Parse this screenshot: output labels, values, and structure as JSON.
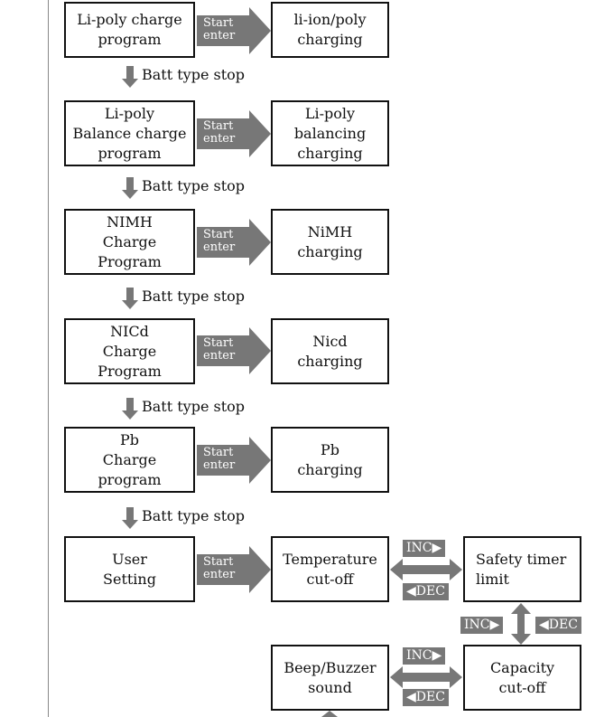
{
  "flow": {
    "rows": [
      {
        "program": [
          "Li-poly charge",
          "program"
        ],
        "result": [
          "li-ion/poly",
          "charging"
        ]
      },
      {
        "program": [
          "Li-poly",
          "Balance charge",
          "program"
        ],
        "result": [
          "Li-poly",
          "balancing",
          "charging"
        ]
      },
      {
        "program": [
          "NIMH",
          "Charge",
          "Program"
        ],
        "result": [
          "NiMH",
          "charging"
        ]
      },
      {
        "program": [
          "NICd",
          "Charge",
          "Program"
        ],
        "result": [
          "Nicd",
          "charging"
        ]
      },
      {
        "program": [
          "Pb",
          "Charge",
          "program"
        ],
        "result": [
          "Pb",
          "charging"
        ]
      }
    ],
    "start_enter": [
      "Start",
      "enter"
    ],
    "batt_type_stop": "Batt type stop"
  },
  "user_setting": {
    "program": [
      "User",
      "Setting"
    ],
    "temperature": [
      "Temperature",
      "cut-off"
    ],
    "safety_timer": [
      "Safety timer",
      "limit"
    ],
    "capacity": [
      "Capacity",
      "cut-off"
    ],
    "beep": [
      "Beep/Buzzer",
      "sound"
    ],
    "inc": "INC▶",
    "dec": "◀DEC"
  },
  "colors": {
    "arrow": "#777777",
    "border": "#111111"
  }
}
